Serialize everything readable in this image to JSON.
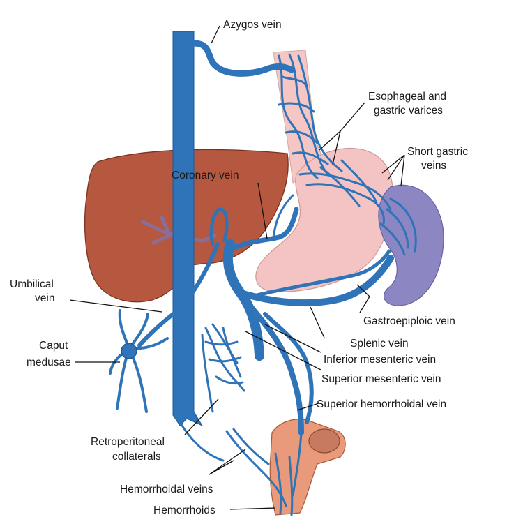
{
  "labels": {
    "azygos": "Azygos vein",
    "esophageal_1": "Esophageal and",
    "esophageal_2": "gastric varices",
    "short_gastric_1": "Short gastric",
    "short_gastric_2": "veins",
    "coronary": "Coronary vein",
    "umbilical_1": "Umbilical",
    "umbilical_2": "vein",
    "caput_1": "Caput",
    "caput_2": "medusae",
    "gastroepiploic": "Gastroepiploic vein",
    "splenic": "Splenic vein",
    "inferior_mesenteric": "Inferior mesenteric vein",
    "superior_mesenteric": "Superior mesenteric vein",
    "superior_hemorrhoidal": "Superior hemorrhoidal vein",
    "retroperitoneal_1": "Retroperitoneal",
    "retroperitoneal_2": "collaterals",
    "hemorrhoidal_veins": "Hemorrhoidal veins",
    "hemorrhoids": "Hemorrhoids"
  },
  "colors": {
    "vein": "#2f73b8",
    "liver": "#b5583f",
    "stomach": "#f4c3c3",
    "spleen": "#8c86c2",
    "rectum": "#e89a7a"
  }
}
